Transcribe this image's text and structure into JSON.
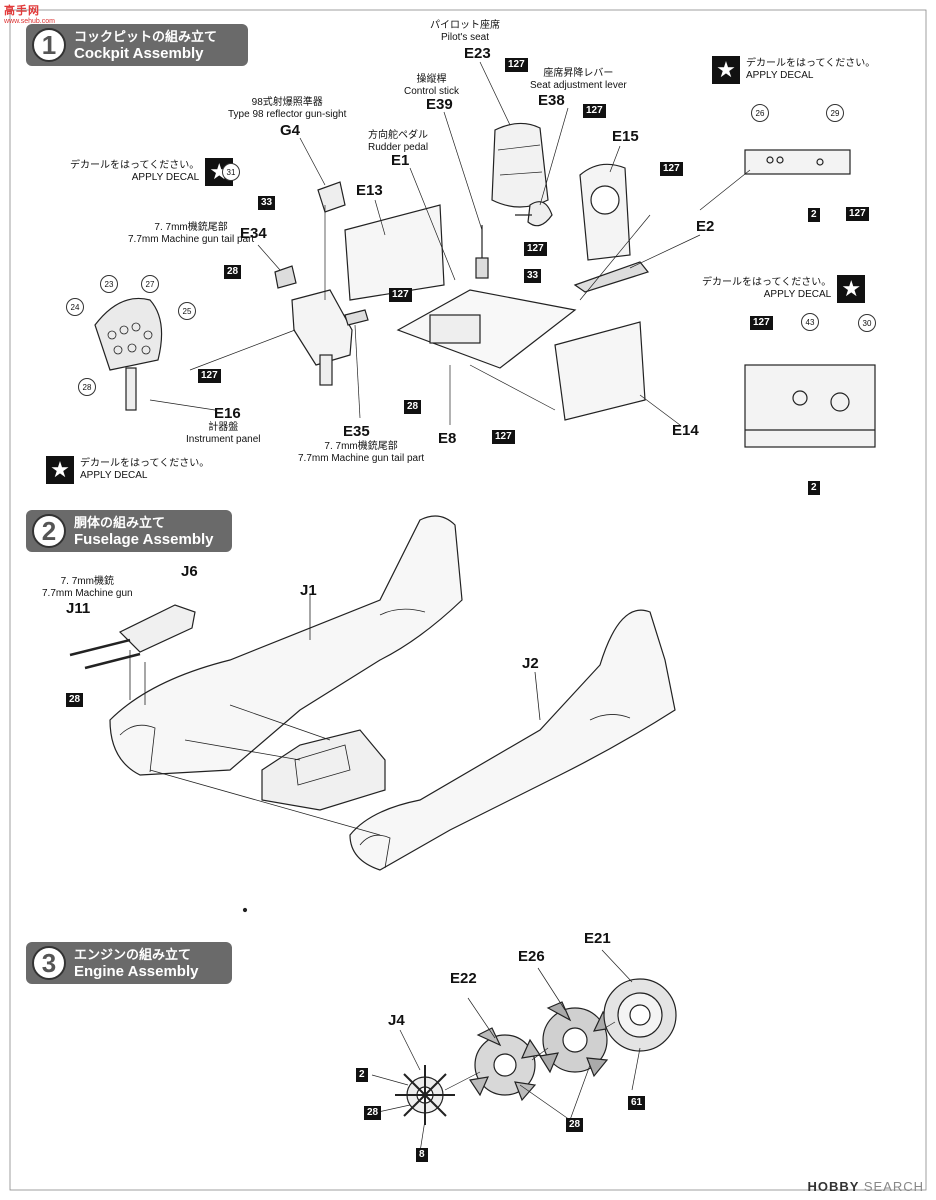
{
  "watermark": {
    "text": "高手网",
    "sub": "www.sehub.com"
  },
  "steps": [
    {
      "number": "1",
      "jp": "コックピットの組み立て",
      "en": "Cockpit Assembly"
    },
    {
      "number": "2",
      "jp": "胴体の組み立て",
      "en": "Fuselage Assembly"
    },
    {
      "number": "3",
      "jp": "エンジンの組み立て",
      "en": "Engine Assembly"
    }
  ],
  "decal": {
    "jp": "デカールをはってください。",
    "en": "APPLY DECAL",
    "star": "★"
  },
  "captions": {
    "pilot_seat": {
      "jp": "パイロット座席",
      "en": "Pilot's seat"
    },
    "control_stick": {
      "jp": "操縦桿",
      "en": "Control stick"
    },
    "seat_lever": {
      "jp": "座席昇降レバー",
      "en": "Seat adjustment lever"
    },
    "gunsight": {
      "jp": "98式射爆照準器",
      "en": "Type 98 reflector gun-sight"
    },
    "rudder": {
      "jp": "方向舵ペダル",
      "en": "Rudder pedal"
    },
    "mg_tail_1": {
      "jp": "7. 7mm機銃尾部",
      "en": "7.7mm Machine gun tail part"
    },
    "instrument": {
      "jp": "計器盤",
      "en": "Instrument panel"
    },
    "mg_tail_2": {
      "jp": "7. 7mm機銃尾部",
      "en": "7.7mm Machine gun tail part"
    },
    "mg": {
      "jp": "7. 7mm機銃",
      "en": "7.7mm Machine gun"
    }
  },
  "parts": {
    "E23": "E23",
    "E39": "E39",
    "E38": "E38",
    "G4": "G4",
    "E1": "E1",
    "E15": "E15",
    "E13": "E13",
    "E2": "E2",
    "E34": "E34",
    "E16": "E16",
    "E35": "E35",
    "E8": "E8",
    "E14": "E14",
    "J6": "J6",
    "J1": "J1",
    "J11": "J11",
    "J2": "J2",
    "E21": "E21",
    "E26": "E26",
    "E22": "E22",
    "J4": "J4"
  },
  "paint_codes": {
    "c127": "127",
    "c33": "33",
    "c28": "28",
    "c2": "2",
    "c8": "8",
    "c61": "61"
  },
  "decal_numbers": {
    "d31": "31",
    "d26": "26",
    "d29": "29",
    "d23": "23",
    "d27": "27",
    "d24": "24",
    "d25": "25",
    "d28": "28",
    "d43": "43",
    "d30": "30"
  },
  "logo": {
    "brand": "HOBBY",
    "site": "SEARCH"
  }
}
